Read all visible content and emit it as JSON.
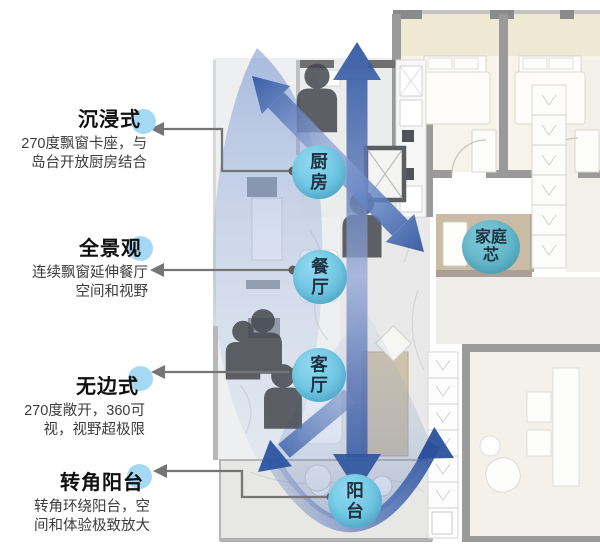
{
  "annotations": [
    {
      "title": "沉浸式",
      "line1": "270度飘窗卡座，与",
      "line2": "岛台开放厨房结合"
    },
    {
      "title": "全景观",
      "line1": "连续飘窗延伸餐厅",
      "line2": "空间和视野"
    },
    {
      "title": "无边式",
      "line1": "270度敞开，360可",
      "line2": "视，视野超极限"
    },
    {
      "title": "转角阳台",
      "line1": "转角环绕阳台，空",
      "line2": "间和体验极致放大"
    }
  ],
  "room_badges": {
    "kitchen": "厨房",
    "dining": "餐厅",
    "living": "客厅",
    "balcony": "阳台",
    "family_core": {
      "line1": "家庭",
      "line2": "芯"
    }
  },
  "colors": {
    "badge_fill": "#6ec6e3",
    "family_badge_fill": "#63b7c9",
    "badge_text": "#1f3140",
    "accent_circle": "#a5d9f3",
    "arrow_blue_dark": "#2d55a2",
    "arrow_blue_light": "#94a8d6",
    "connector_gray": "#757575",
    "wall_gray": "#9a9a9a",
    "tan_floor": "#c9bba4"
  }
}
